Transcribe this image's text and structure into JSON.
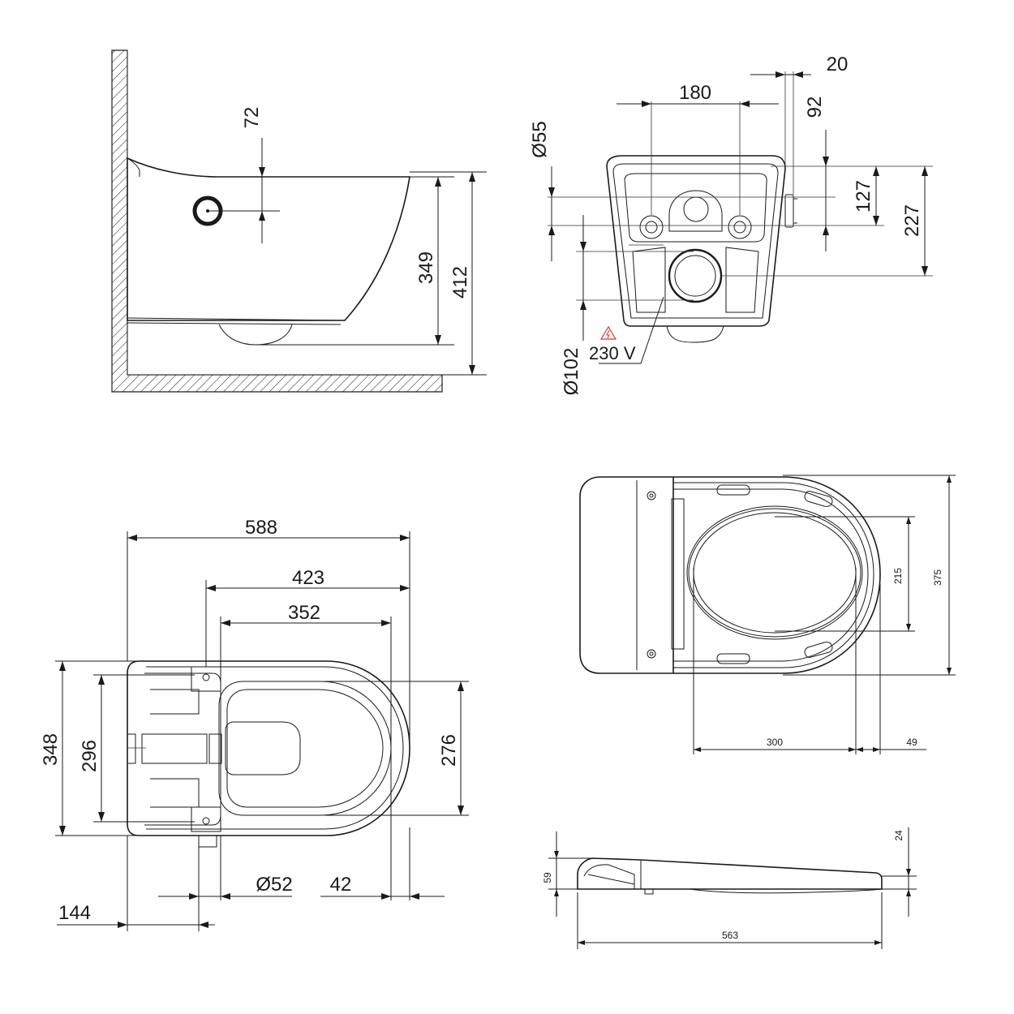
{
  "side_view": {
    "dim_72": "72",
    "dim_349": "349",
    "dim_412": "412"
  },
  "rear_view": {
    "dim_20": "20",
    "dim_180": "180",
    "dim_92": "92",
    "dim_d55": "Ø55",
    "dim_127": "127",
    "dim_227": "227",
    "dim_d102": "Ø102",
    "voltage": "230 V",
    "warning_color": "#d9342b"
  },
  "top_view": {
    "dim_588": "588",
    "dim_423": "423",
    "dim_352": "352",
    "dim_348": "348",
    "dim_296": "296",
    "dim_276": "276",
    "dim_d52": "Ø52",
    "dim_42": "42",
    "dim_144": "144"
  },
  "seat_top_view": {
    "dim_375": "375",
    "dim_215": "215",
    "dim_300": "300",
    "dim_49": "49"
  },
  "seat_side_view": {
    "dim_24": "24",
    "dim_59": "59",
    "dim_563": "563"
  }
}
